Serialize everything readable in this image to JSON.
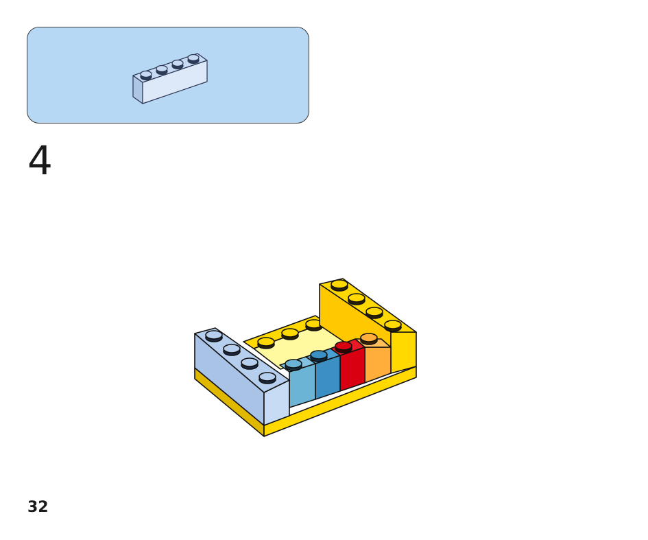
{
  "parts": {
    "items": [
      {
        "icon": "brick-1x4-light-blue-icon",
        "color": "#c7dbf4",
        "quantity": 1
      }
    ],
    "background": "#b6d8f5"
  },
  "step": {
    "number": "4"
  },
  "model": {
    "icon": "model-assembly-step-4-icon",
    "colors": {
      "yellow": "#ffd900",
      "light_yellow": "#fffaa0",
      "light_blue": "#a8c3e6",
      "medium_blue": "#6cb4d6",
      "dark_blue": "#3b8fc3",
      "red": "#d90012",
      "orange": "#ffad3b"
    }
  },
  "page": {
    "number": "32"
  }
}
